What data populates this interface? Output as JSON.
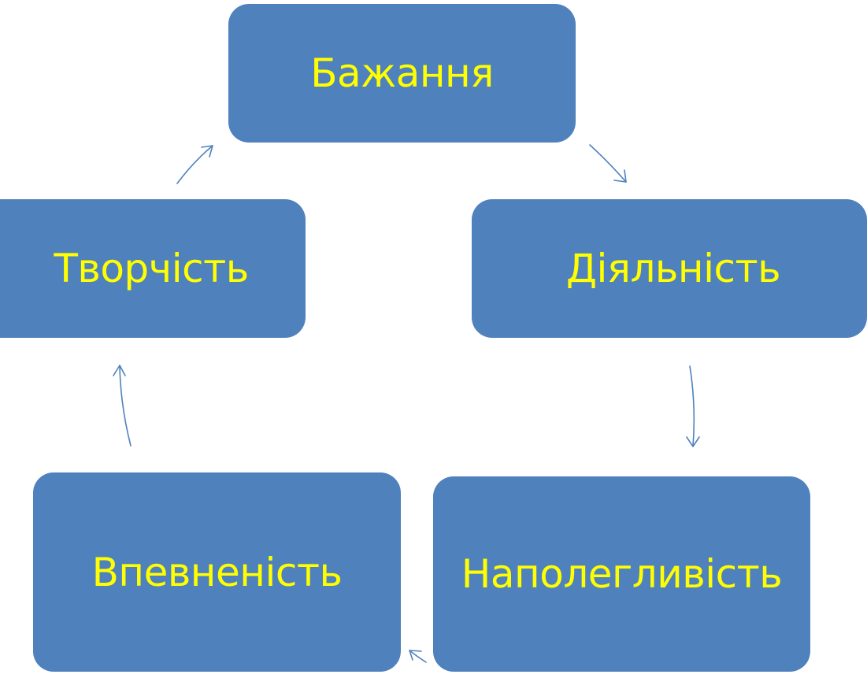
{
  "diagram": {
    "nodes": [
      {
        "id": "bazhannia",
        "label": "Бажання"
      },
      {
        "id": "diialnist",
        "label": "Діяльність"
      },
      {
        "id": "napolehlyvist",
        "label": "Наполегливість"
      },
      {
        "id": "vpevnenist",
        "label": "Впевненість"
      },
      {
        "id": "tvorchist",
        "label": "Творчість"
      }
    ],
    "edges": [
      {
        "from": "bazhannia",
        "to": "diialnist"
      },
      {
        "from": "diialnist",
        "to": "napolehlyvist"
      },
      {
        "from": "napolehlyvist",
        "to": "vpevnenist"
      },
      {
        "from": "vpevnenist",
        "to": "tvorchist"
      },
      {
        "from": "tvorchist",
        "to": "bazhannia"
      }
    ],
    "colors": {
      "node_fill": "#4f81bd",
      "node_text": "#ffff00",
      "arrow": "#4f81bd",
      "background": "#ffffff"
    }
  }
}
